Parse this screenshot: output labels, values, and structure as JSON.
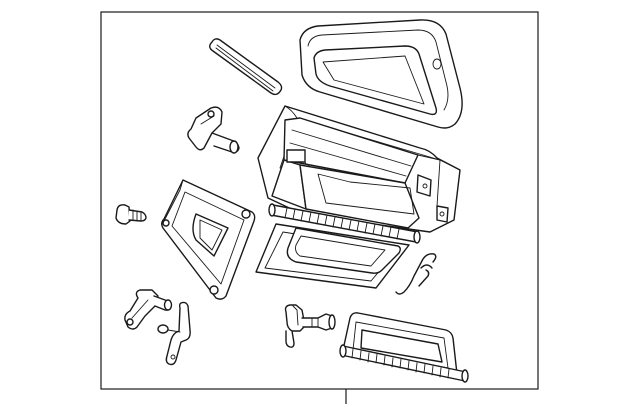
{
  "diagram": {
    "line_color": "#1a1a1a",
    "background": "#ffffff",
    "parts": [
      {
        "id": "seal-strip",
        "icon": "strip-gasket"
      },
      {
        "id": "top-cover",
        "icon": "cover-panel"
      },
      {
        "id": "upper-bracket",
        "icon": "bracket"
      },
      {
        "id": "housing-case",
        "icon": "box-housing"
      },
      {
        "id": "plug-screw",
        "icon": "screw"
      },
      {
        "id": "side-door",
        "icon": "door-panel"
      },
      {
        "id": "lower-door",
        "icon": "door-panel"
      },
      {
        "id": "hinge-rod",
        "icon": "rod"
      },
      {
        "id": "wire-clip",
        "icon": "clip"
      },
      {
        "id": "lower-left-bracket",
        "icon": "bracket"
      },
      {
        "id": "link-arm",
        "icon": "lever"
      },
      {
        "id": "valve-fitting",
        "icon": "valve"
      },
      {
        "id": "damper-door",
        "icon": "door-panel"
      }
    ]
  }
}
